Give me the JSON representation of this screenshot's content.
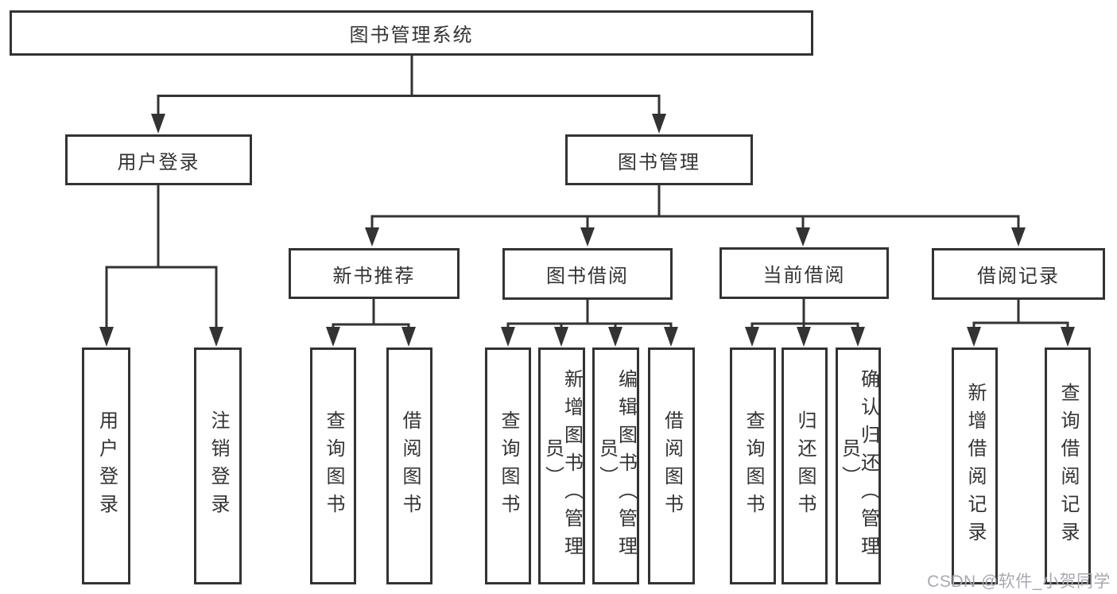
{
  "colors": {
    "line": "#333333",
    "text": "#333333",
    "watermark": "#a7a9b2",
    "background": "#ffffff"
  },
  "watermark": "CSDN @软件_小贺同学",
  "tree": {
    "root": {
      "label": "图书管理系统"
    },
    "branches": [
      {
        "label": "用户登录",
        "children": [
          {
            "label": "用户登录"
          },
          {
            "label": "注销登录"
          }
        ]
      },
      {
        "label": "图书管理",
        "children": [
          {
            "label": "新书推荐",
            "children": [
              {
                "label": "查询图书"
              },
              {
                "label": "借阅图书"
              }
            ]
          },
          {
            "label": "图书借阅",
            "children": [
              {
                "label": "查询图书"
              },
              {
                "label": "新增图书（管理员）"
              },
              {
                "label": "编辑图书（管理员）"
              },
              {
                "label": "借阅图书"
              }
            ]
          },
          {
            "label": "当前借阅",
            "children": [
              {
                "label": "查询图书"
              },
              {
                "label": "归还图书"
              },
              {
                "label": "确认归还（管理员）"
              }
            ]
          },
          {
            "label": "借阅记录",
            "children": [
              {
                "label": "新增借阅记录"
              },
              {
                "label": "查询借阅记录"
              }
            ]
          }
        ]
      }
    ]
  }
}
